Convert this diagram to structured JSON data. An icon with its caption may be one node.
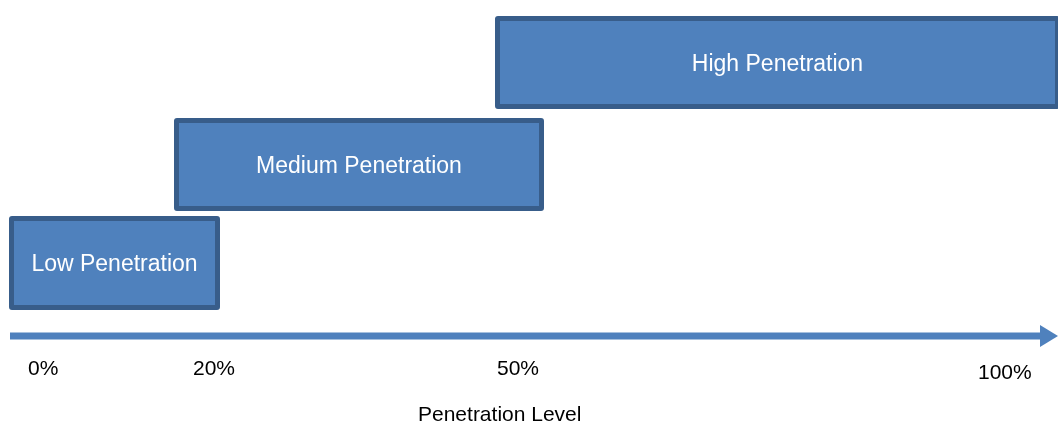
{
  "diagram": {
    "nodes": [
      {
        "text": [
          "High Penetration"
        ]
      },
      {
        "text": [
          "Medium Penetration"
        ]
      },
      {
        "text": [
          "Low Penetration"
        ]
      }
    ],
    "labels": [
      "0%",
      "20%",
      "50%",
      "100%",
      "Penetration Level"
    ]
  }
}
